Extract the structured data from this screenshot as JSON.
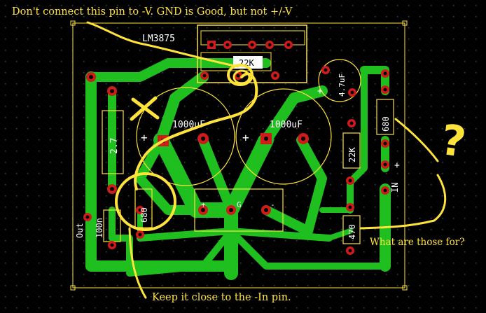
{
  "annotations": {
    "top_note": "Don't connect this pin to -V.  GND is Good, but not +/-V",
    "bottom_note": "Keep it close to the -In pin.",
    "right_note": "What are those for?",
    "question_mark": "?"
  },
  "silkscreen": {
    "ic_label": "LM3875",
    "r_top": "22K",
    "cap_small": "4.7uF",
    "cap_left": "1000uF",
    "cap_right": "1000uF",
    "r_2_7": "2.7",
    "r_680_right": "680",
    "r_22k_right": "22K",
    "r_680_left": "680",
    "r_100n": "100n",
    "r_470": "470",
    "in_label": "IN",
    "out_label": "Out",
    "plus_sign": "+",
    "minus_sign": "-",
    "g_label": "G"
  },
  "colors": {
    "background": "#000000",
    "grid_dot": "#2a3a2a",
    "trace": "#1fbf1f",
    "pad": "#d11a1a",
    "silk": "#ffffff",
    "outline": "#ffe23a",
    "annotation": "#ffe23a"
  }
}
